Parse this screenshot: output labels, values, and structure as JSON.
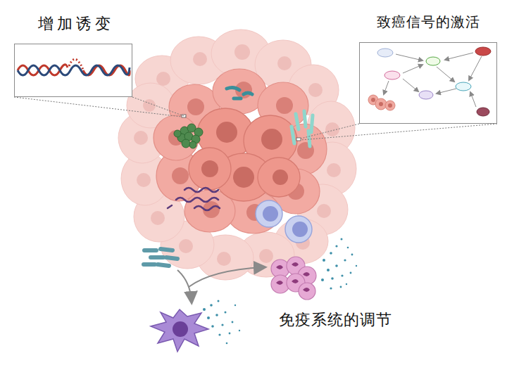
{
  "diagram": {
    "nodes": [
      {
        "text": [
          "增加诱变"
        ]
      },
      {
        "text": [
          "致癌信号的激活"
        ]
      }
    ],
    "labels": [
      "免疫系统的调节"
    ]
  }
}
